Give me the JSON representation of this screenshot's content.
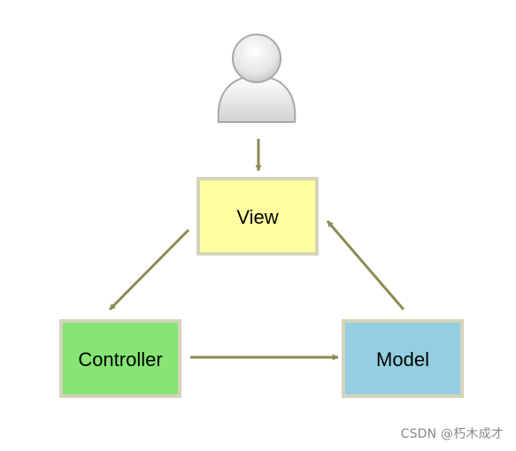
{
  "nodes": {
    "view": {
      "label": "View",
      "fill": "#ffff9f",
      "border": "#d4d4bc"
    },
    "controller": {
      "label": "Controller",
      "fill": "#86e574",
      "border": "#d4d4bc"
    },
    "model": {
      "label": "Model",
      "fill": "#93cfe0",
      "border": "#d4d4bc"
    }
  },
  "user": {
    "icon": "user-icon"
  },
  "arrow_color": "#8b8b53",
  "watermark": "CSDN @朽木成才"
}
